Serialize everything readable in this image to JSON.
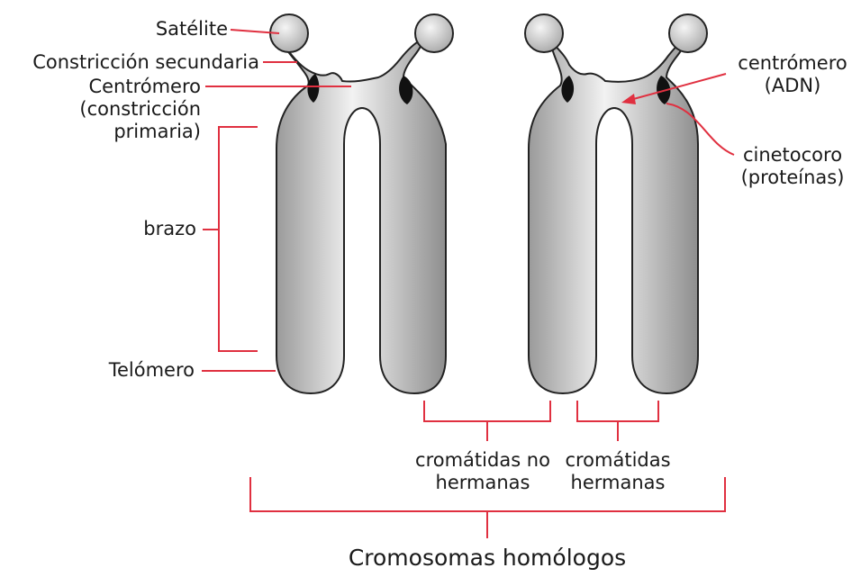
{
  "diagram": {
    "labels": {
      "satellite": "Satélite",
      "secondary_constriction": "Constricción secundaria",
      "centromere_primary_line1": "Centrómero",
      "centromere_primary_line2": "(constricción",
      "centromere_primary_line3": "primaria)",
      "arm": "brazo",
      "telomere": "Telómero",
      "centromere_dna_line1": "centrómero",
      "centromere_dna_line2": "(ADN)",
      "kinetochore_line1": "cinetocoro",
      "kinetochore_line2": "(proteínas)",
      "non_sister_line1": "cromátidas no",
      "non_sister_line2": "hermanas",
      "sister_line1": "cromátidas",
      "sister_line2": "hermanas",
      "homologous": "Cromosomas homólogos"
    },
    "colors": {
      "chromatid_fill": "#d6d6d6",
      "outline": "#222222",
      "kinetochore": "#111111",
      "label_line": "#e03040",
      "text": "#1a1a1a"
    }
  }
}
